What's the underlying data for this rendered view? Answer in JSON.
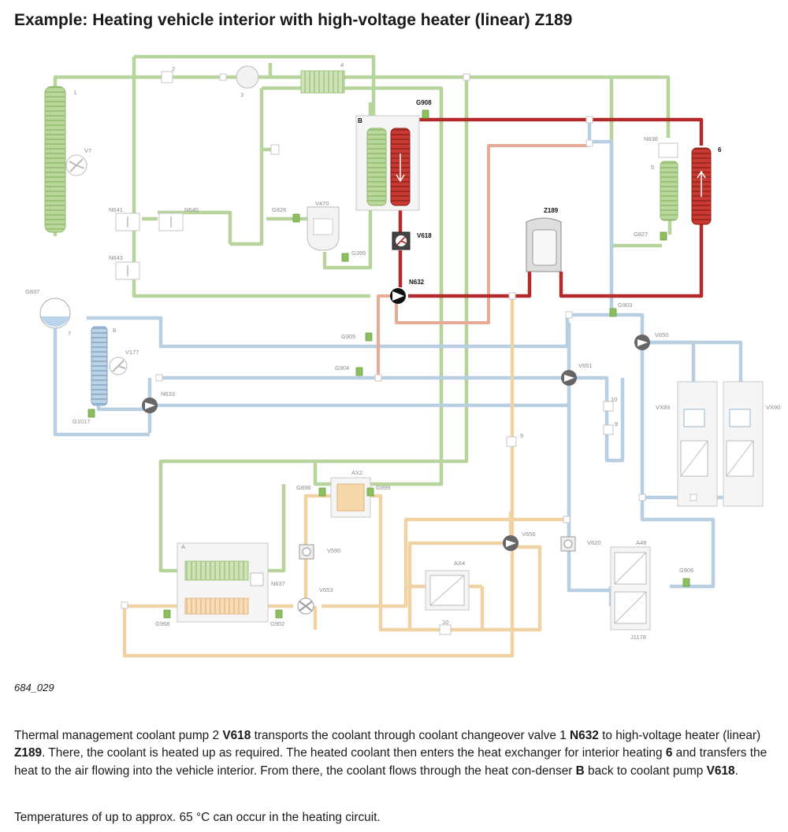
{
  "title": "Example: Heating vehicle interior with high-voltage heater (linear) Z189",
  "figure_id": "684_029",
  "diagram": {
    "colors": {
      "green_circuit": "#b7d49d",
      "blue_circuit": "#b8cfe2",
      "orange_circuit": "#f0d2a3",
      "heating_circuit": "#b22a2a",
      "pink_circuit": "#e9aa95"
    },
    "labels": {
      "n1": "1",
      "n2": "2",
      "n3": "3",
      "n4": "4",
      "n5": "5",
      "n6": "6",
      "n7": "7",
      "n8": "8",
      "n9": "9",
      "n9b": "9",
      "n10": "10",
      "n10b": "10",
      "A": "A",
      "B": "B",
      "V7": "V7",
      "V177": "V177",
      "V470": "V470",
      "V590": "V590",
      "V618": "V618",
      "V620": "V620",
      "V650": "V650",
      "V651": "V651",
      "V653": "V653",
      "V656": "V656",
      "N632": "N632",
      "N633": "N633",
      "N637": "N637",
      "N638": "N638",
      "N640": "N640",
      "N641": "N641",
      "N643": "N643",
      "G395": "G395",
      "G826": "G826",
      "G827": "G827",
      "G837": "G837",
      "G898": "G898",
      "G899": "G899",
      "G902": "G902",
      "G903": "G903",
      "G904": "G904",
      "G905": "G905",
      "G906": "G906",
      "G908": "G908",
      "G968": "G968",
      "G1017": "G1017",
      "Z189": "Z189",
      "AX2": "AX2",
      "AX4": "AX4",
      "A48": "A48",
      "J1178": "J1178",
      "VX89": "VX89",
      "VX90": "VX90"
    }
  },
  "body": {
    "s1": "Thermal management coolant pump 2 ",
    "b1": "V618",
    "s2": " transports the coolant through coolant changeover valve 1 ",
    "b2": "N632",
    "s3": " to high-voltage heater (linear) ",
    "b3": "Z189",
    "s4": ". There, the coolant is heated up as required. The heated coolant then enters the heat exchanger for interior heating ",
    "b4": "6",
    "s5": " and transfers the heat to the air flowing into the vehicle interior. From there, the coolant flows through the heat con-denser ",
    "b5": "B",
    "s6": " back to coolant pump ",
    "b6": "V618",
    "s7": "."
  },
  "temperature_note": "Temperatures of up to approx. 65 °C can occur in the heating circuit."
}
